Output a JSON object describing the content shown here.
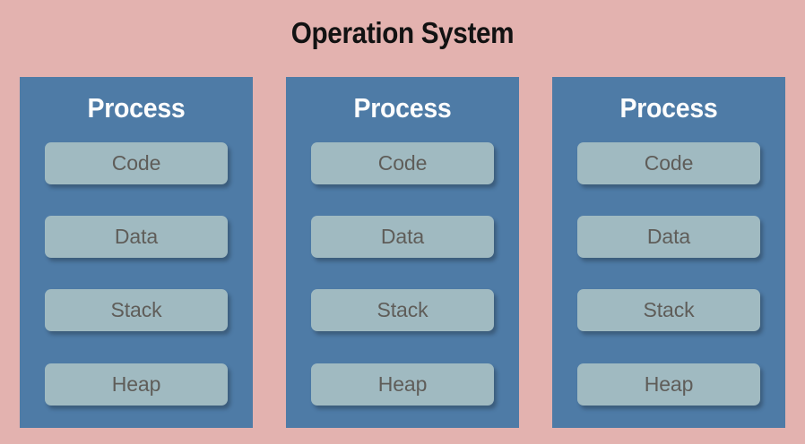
{
  "diagram": {
    "title": "Operation System",
    "background_color": "#e3b2af",
    "process_color": "#4e7ba6",
    "segment_color": "#a0bac1",
    "title_color": "#121212",
    "process_title_color": "#fdfdfd",
    "segment_text_color": "#5f5d59",
    "processes": [
      {
        "title": "Process",
        "segments": [
          {
            "label": "Code"
          },
          {
            "label": "Data"
          },
          {
            "label": "Stack"
          },
          {
            "label": "Heap"
          }
        ]
      },
      {
        "title": "Process",
        "segments": [
          {
            "label": "Code"
          },
          {
            "label": "Data"
          },
          {
            "label": "Stack"
          },
          {
            "label": "Heap"
          }
        ]
      },
      {
        "title": "Process",
        "segments": [
          {
            "label": "Code"
          },
          {
            "label": "Data"
          },
          {
            "label": "Stack"
          },
          {
            "label": "Heap"
          }
        ]
      }
    ]
  }
}
